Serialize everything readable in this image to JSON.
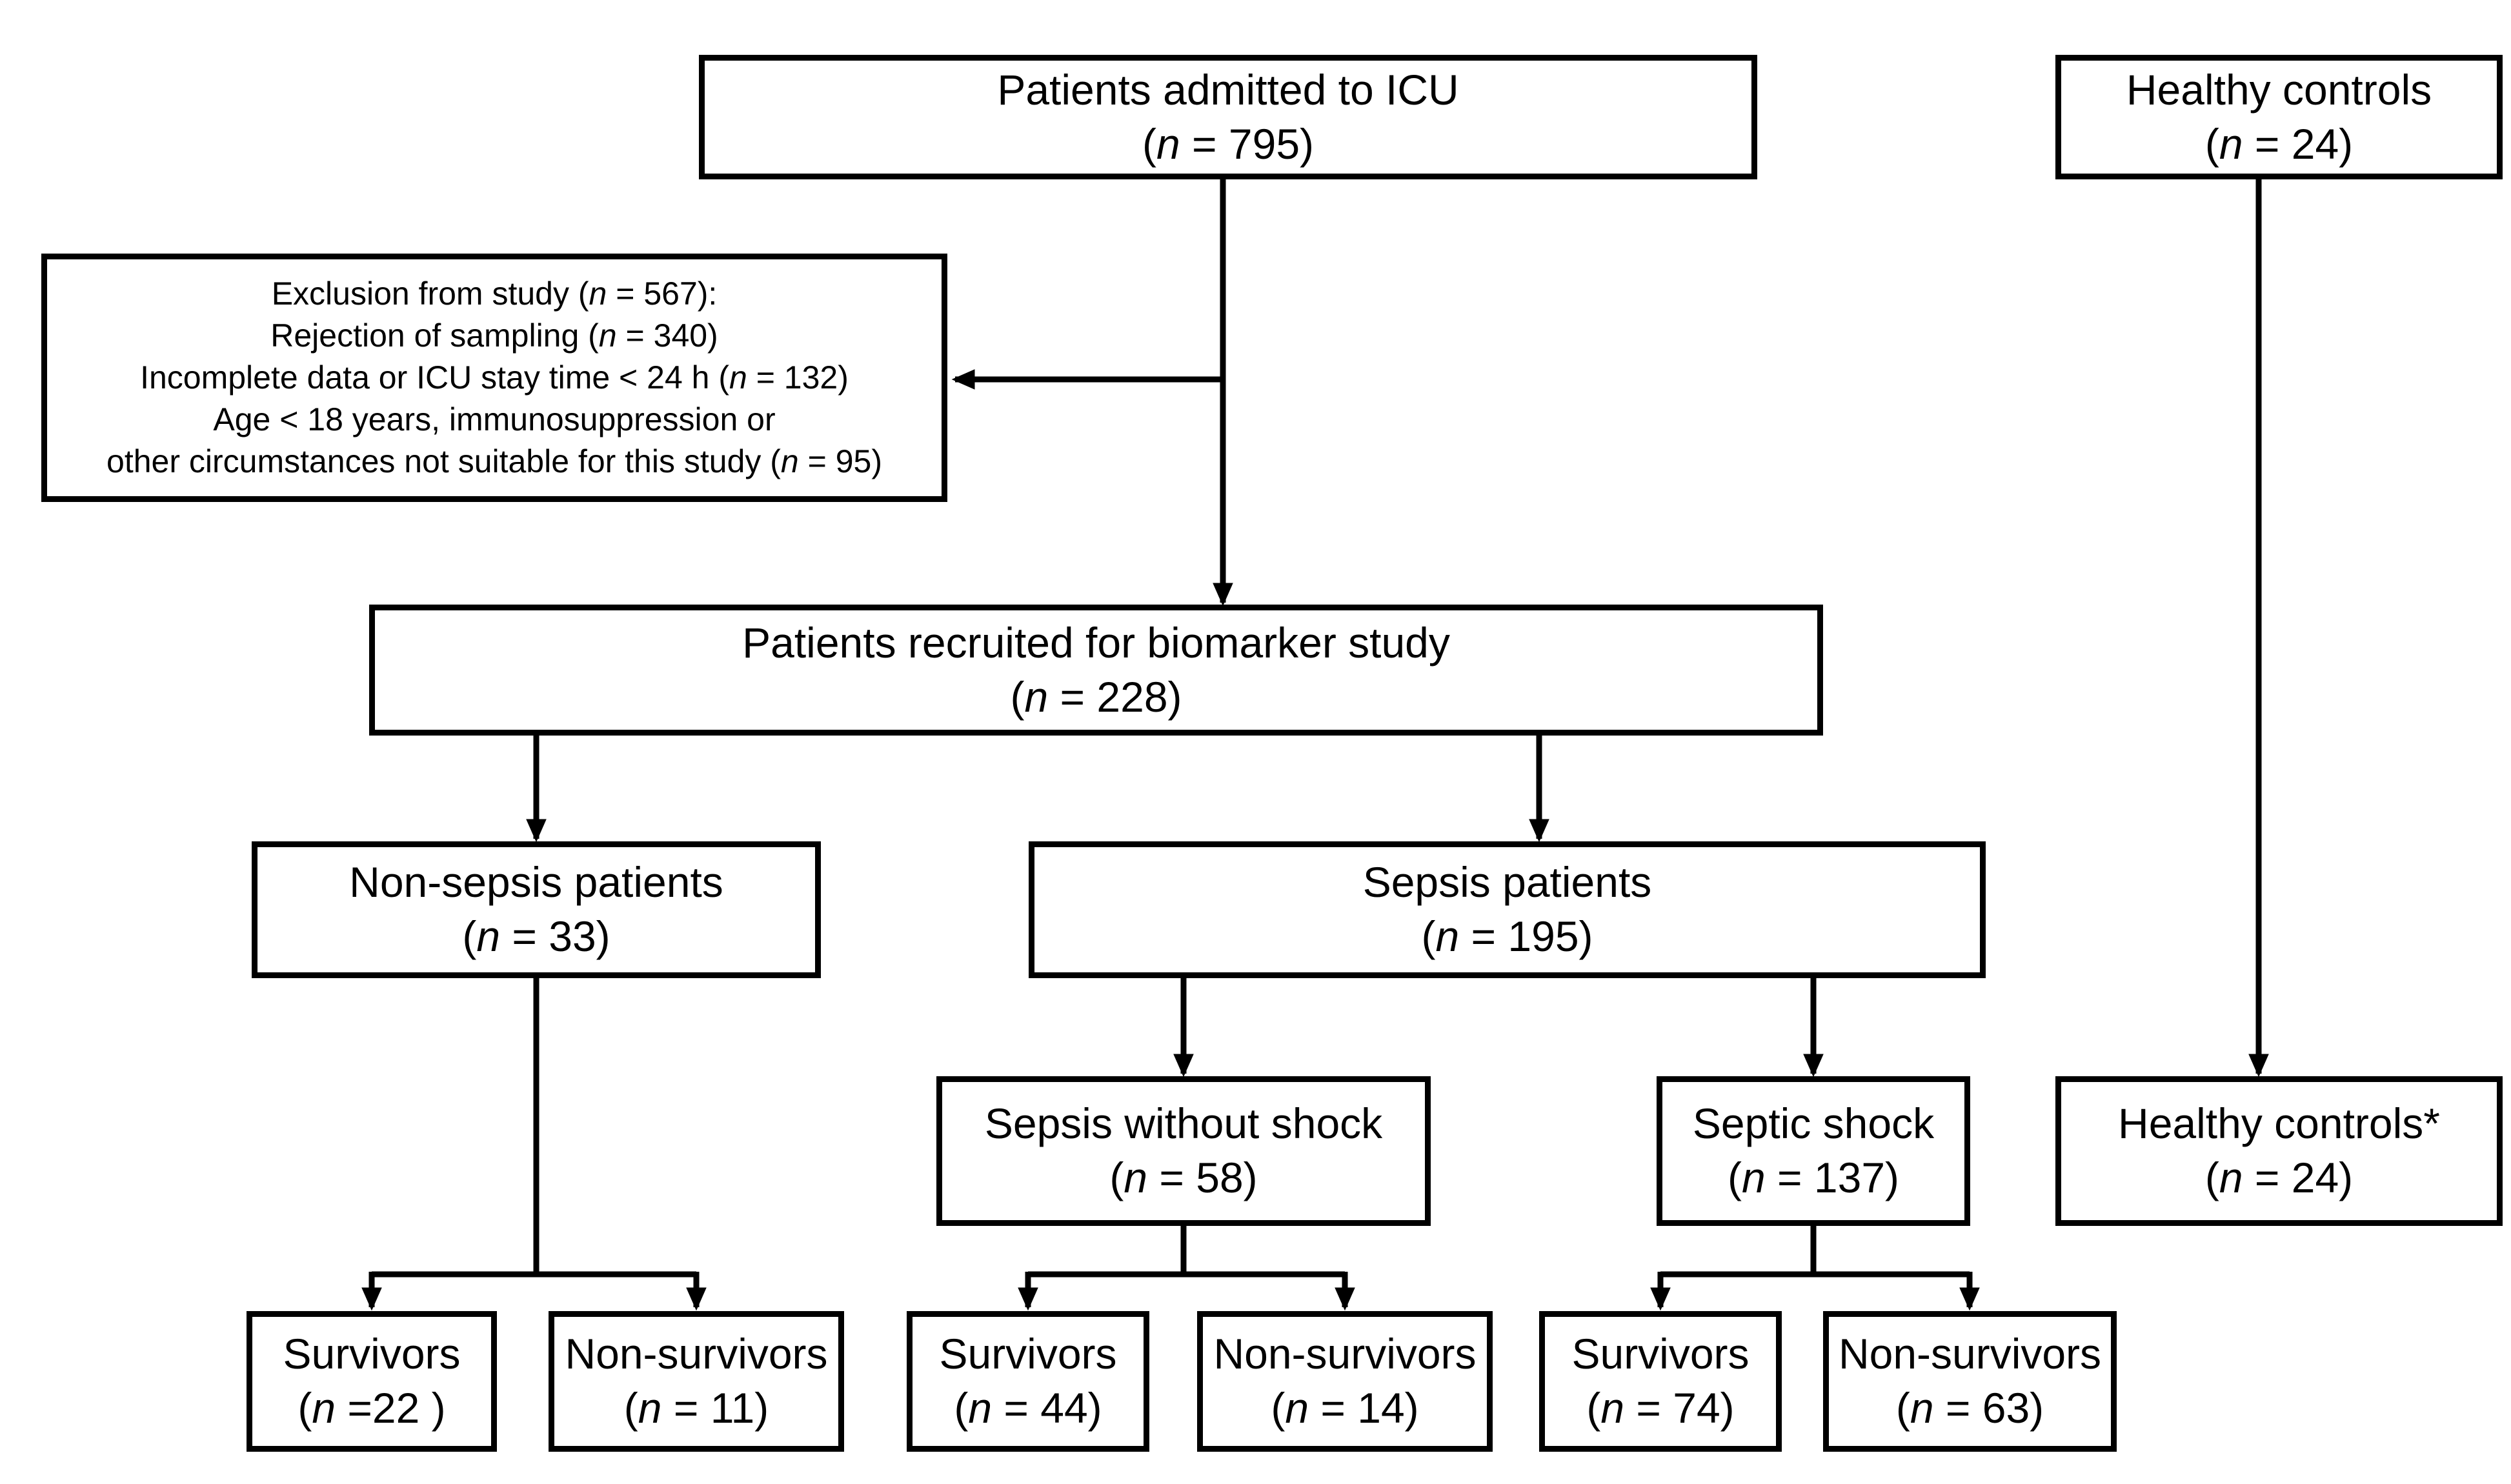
{
  "diagram": {
    "colors": {
      "background": "#ffffff",
      "box_fill": "#ffffff",
      "box_border": "#000000",
      "line": "#000000",
      "text": "#000000"
    },
    "boxes": {
      "icu": {
        "title": "Patients admitted to ICU",
        "count": "(n = 795)"
      },
      "healthy_controls_top": {
        "title": "Healthy controls",
        "count": "(n = 24)"
      },
      "exclusion": {
        "lines": [
          "Exclusion from study (n = 567):",
          "Rejection of sampling (n = 340)",
          "Incomplete data or ICU stay time < 24 h (n = 132)",
          "Age < 18 years, immunosuppression or",
          "other circumstances not suitable for this study (n = 95)"
        ]
      },
      "recruited": {
        "title": "Patients recruited for biomarker study",
        "count": "(n = 228)"
      },
      "non_sepsis": {
        "title": "Non-sepsis patients",
        "count": "(n = 33)"
      },
      "sepsis": {
        "title": "Sepsis patients",
        "count": "(n = 195)"
      },
      "sepsis_without_shock": {
        "title": "Sepsis without shock",
        "count": "(n = 58)"
      },
      "septic_shock": {
        "title": "Septic shock",
        "count": "(n = 137)"
      },
      "healthy_controls_star": {
        "title": "Healthy controls*",
        "count": "(n = 24)"
      },
      "non_sepsis_survivors": {
        "title": "Survivors",
        "count": "(n =22 )"
      },
      "non_sepsis_non_survivors": {
        "title": "Non-survivors",
        "count": "(n = 11)"
      },
      "sepsis_ws_survivors": {
        "title": "Survivors",
        "count": "(n = 44)"
      },
      "sepsis_ws_non_survivors": {
        "title": "Non-survivors",
        "count": "(n = 14)"
      },
      "septic_survivors": {
        "title": "Survivors",
        "count": "(n = 74)"
      },
      "septic_non_survivors": {
        "title": "Non-survivors",
        "count": "(n = 63)"
      }
    },
    "edges": [
      {
        "from": "icu",
        "to": "recruited"
      },
      {
        "from": "icu",
        "to": "exclusion"
      },
      {
        "from": "recruited",
        "to": "non_sepsis"
      },
      {
        "from": "recruited",
        "to": "sepsis"
      },
      {
        "from": "non_sepsis",
        "to": "non_sepsis_survivors"
      },
      {
        "from": "non_sepsis",
        "to": "non_sepsis_non_survivors"
      },
      {
        "from": "sepsis",
        "to": "sepsis_without_shock"
      },
      {
        "from": "sepsis",
        "to": "septic_shock"
      },
      {
        "from": "sepsis_without_shock",
        "to": "sepsis_ws_survivors"
      },
      {
        "from": "sepsis_without_shock",
        "to": "sepsis_ws_non_survivors"
      },
      {
        "from": "septic_shock",
        "to": "septic_survivors"
      },
      {
        "from": "septic_shock",
        "to": "septic_non_survivors"
      },
      {
        "from": "healthy_controls_top",
        "to": "healthy_controls_star"
      }
    ]
  }
}
